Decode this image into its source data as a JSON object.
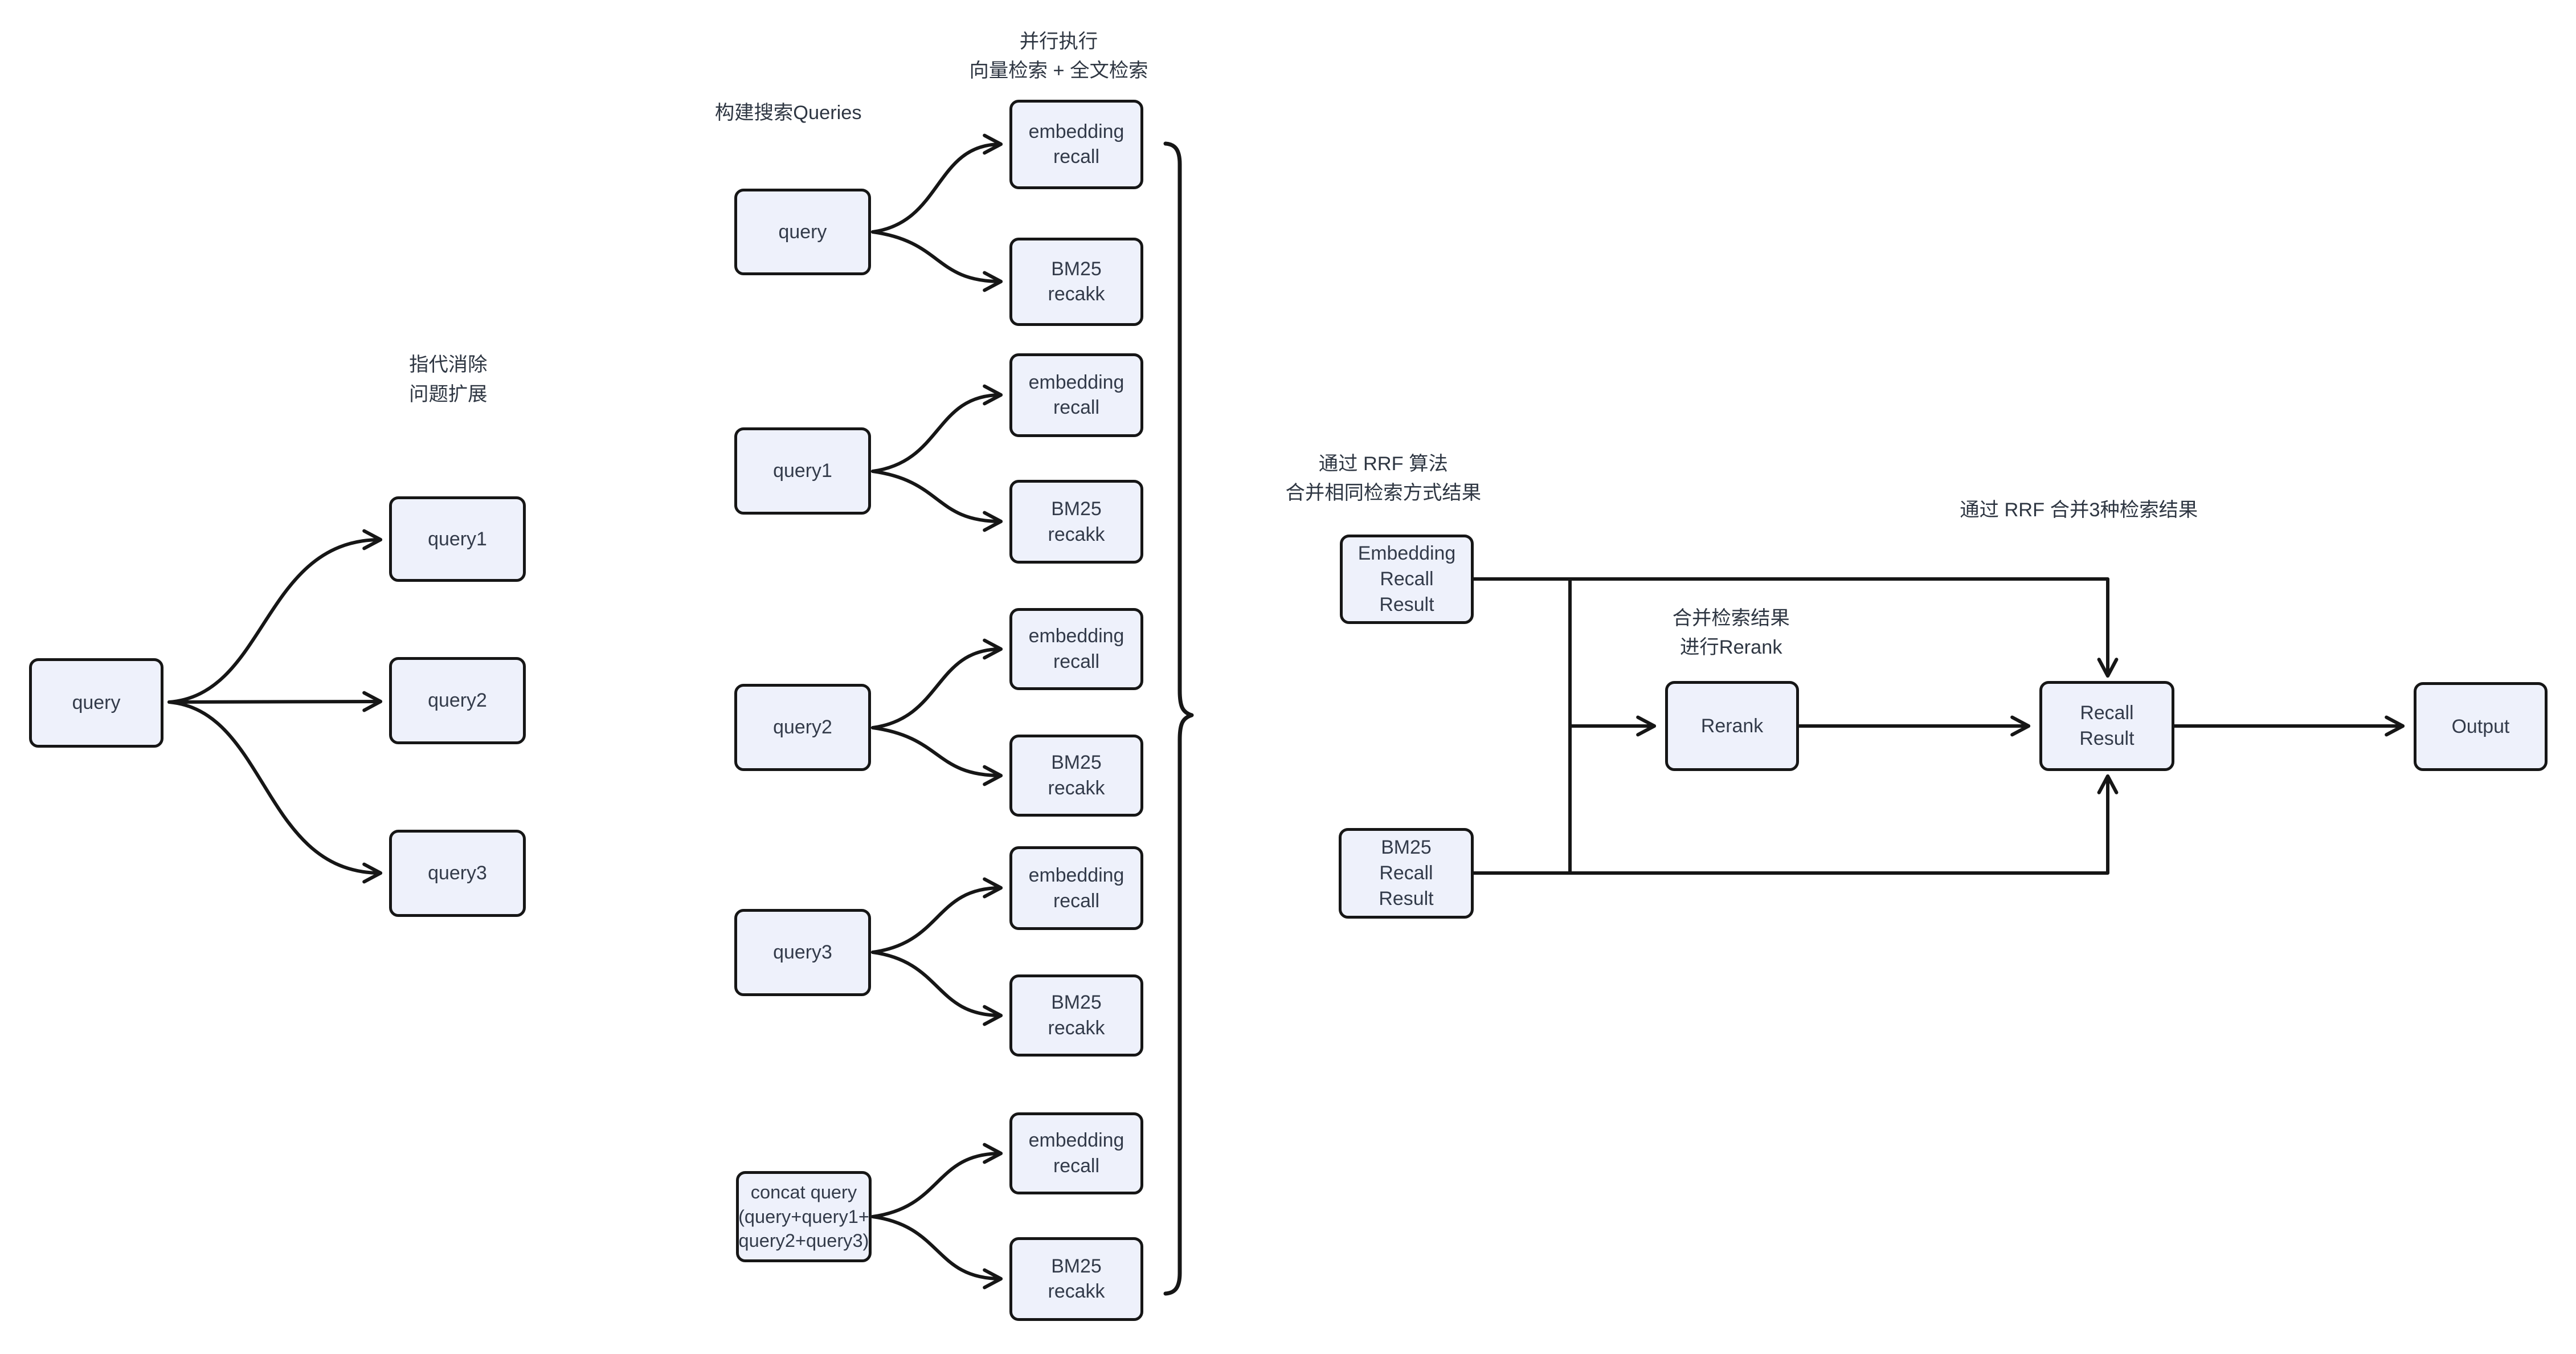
{
  "annotations": {
    "parallel": "并行执行\n向量检索 + 全文检索",
    "build_queries": "构建搜索Queries",
    "coref": "指代消除\n问题扩展",
    "rrf_merge_same": "通过 RRF 算法\n合并相同检索方式结果",
    "rrf_merge_three": "通过 RRF 合并3种检索结果",
    "rerank_note": "合并检索结果\n进行Rerank"
  },
  "nodes": {
    "query_input": "query",
    "query1": "query1",
    "query2": "query2",
    "query3": "query3",
    "mid_query": "query",
    "mid_query1": "query1",
    "mid_query2": "query2",
    "mid_query3": "query3",
    "concat_query": "concat query\n(query+query1+\nquery2+query3)",
    "embedding_recall": "embedding\nrecall",
    "bm25_recall": "BM25\nrecakk",
    "embedding_recall_result": "Embedding\nRecall\nResult",
    "bm25_recall_result": "BM25\nRecall\nResult",
    "rerank": "Rerank",
    "recall_result": "Recall\nResult",
    "output": "Output"
  },
  "colors": {
    "node_fill": "#eef1fb",
    "node_border": "#161616",
    "line": "#161616",
    "text": "#333b4a",
    "background": "#ffffff"
  }
}
